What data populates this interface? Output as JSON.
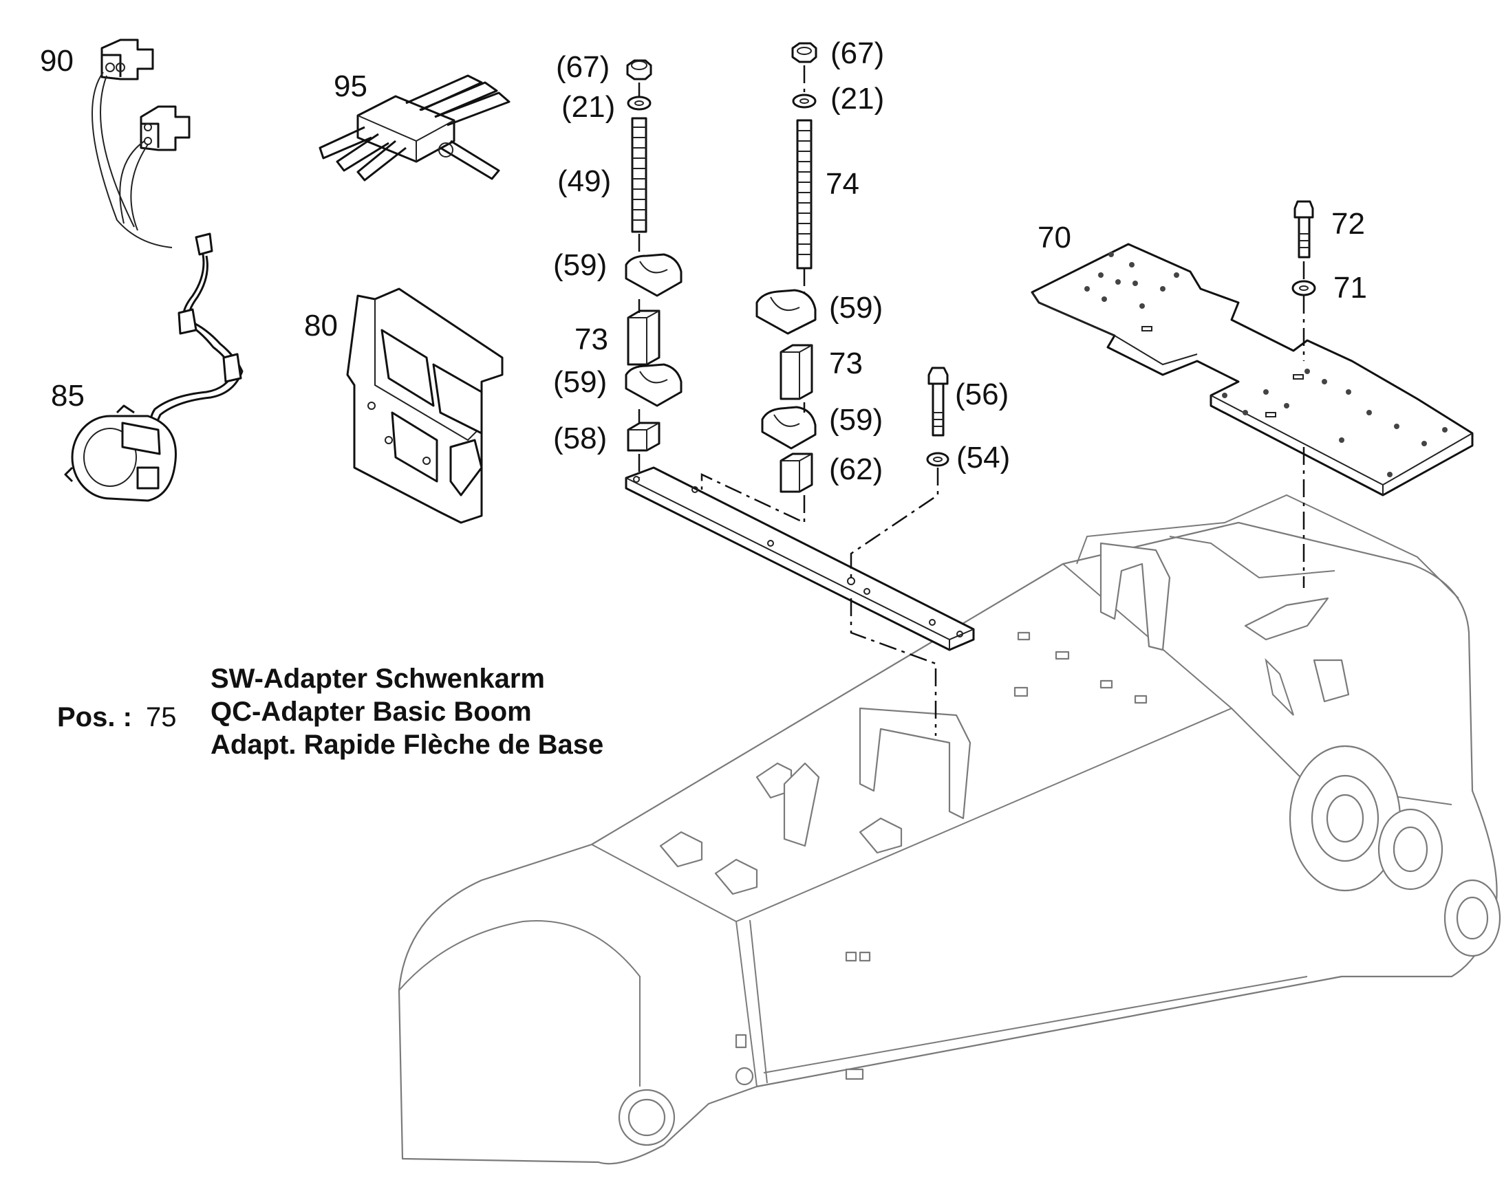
{
  "callouts": {
    "c90": "90",
    "c95": "95",
    "c85": "85",
    "c80": "80",
    "c67a": "(67)",
    "c21a": "(21)",
    "c49": "(49)",
    "c59a": "(59)",
    "c73a": "73",
    "c59b": "(59)",
    "c58": "(58)",
    "c67b": "(67)",
    "c21b": "(21)",
    "c74": "74",
    "c59c": "(59)",
    "c73b": "73",
    "c59d": "(59)",
    "c62": "(62)",
    "c56": "(56)",
    "c54": "(54)",
    "c70": "70",
    "c72": "72",
    "c71": "71"
  },
  "caption": {
    "pos_label": "Pos. :",
    "pos_number": "75",
    "line1": "SW-Adapter Schwenkarm",
    "line2": "QC-Adapter Basic Boom",
    "line3": "Adapt. Rapide Flèche de Base"
  }
}
